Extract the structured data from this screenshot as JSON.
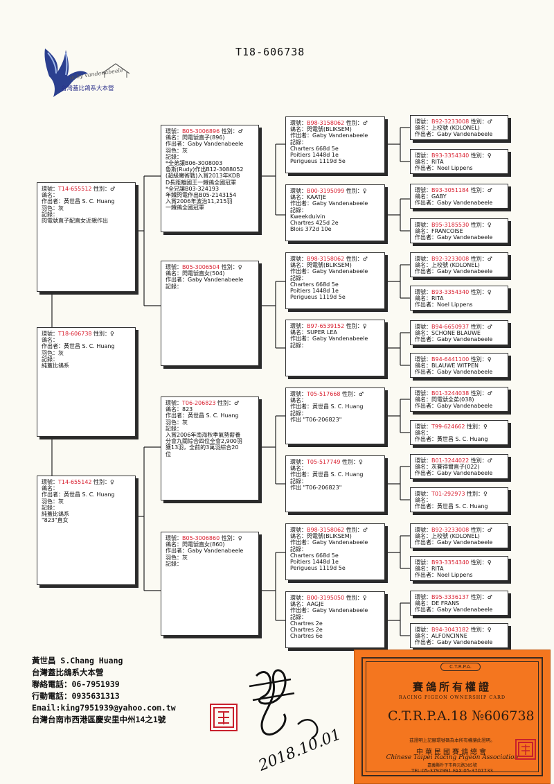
{
  "page_id": "T18-606738",
  "logo": {
    "script_text": "gaby vandenabeele",
    "caption": "台灣蓋比鴿系大本營"
  },
  "cards": {
    "g1": {
      "ring": "T14-655512",
      "sex_label": "性別：",
      "sex": "♂",
      "lines": [
        "鴿名：",
        "作出者：黃世昌 S. C. Huang",
        "羽色：灰",
        "記錄：",
        "閃電號直子配直女近親作出"
      ]
    },
    "g0": {
      "ring": "T18-606738",
      "sex_label": "性別：",
      "sex": "♀",
      "lines": [
        "鴿名：",
        "作出者：黃世昌 S. C. Huang",
        "羽色：灰",
        "記錄：",
        "純蓋比鴿系"
      ]
    },
    "g2": {
      "ring": "T14-655142",
      "sex_label": "性別：",
      "sex": "♀",
      "lines": [
        "鴿名：",
        "作出者：黃世昌 S. C. Huang",
        "羽色：灰",
        "記錄：",
        "純蓋比鴿系",
        "\"823\"直女"
      ]
    },
    "p1": {
      "ring": "B05-3006896",
      "sex_label": "性別：",
      "sex": "♂",
      "lines": [
        "鴿名：閃電號直子(896)",
        "作出者：Gaby Vandenabeele",
        "羽色：灰",
        "記錄：",
        "*全弟讓B06-3008003",
        "魯斯(Rudy)作出B12-3088052",
        "(超級魔術戰)入賞2013年KDB",
        "D長距離國王一鐵鴿全國冠軍",
        "*全兄讓B03-324193",
        "年鐵閃電作出B05-2143154",
        "入賞2006年波治11,215羽",
        "一鐵鴿全國冠軍"
      ]
    },
    "p2": {
      "ring": "B05-3006504",
      "sex_label": "性別：",
      "sex": "♀",
      "lines": [
        "鴿名：閃電號直女(504)",
        "作出者：Gaby Vandenabeele",
        "記錄："
      ]
    },
    "p3": {
      "ring": "T06-206823",
      "sex_label": "性別：",
      "sex": "♂",
      "lines": [
        "鴿名：823",
        "作出者：黃世昌 S. C. Huang",
        "羽色：灰",
        "記錄：",
        "入賞2006年南海秋季氣勢薪養",
        "分會九關綜合四位全會2,900羽",
        "獲13羽，全前的3萬羽綜合20",
        "位"
      ]
    },
    "p4": {
      "ring": "B05-3006860",
      "sex_label": "性別：",
      "sex": "♀",
      "lines": [
        "鴿名：閃電號直女(860)",
        "作出者：Gaby Vandenabeele",
        "羽色：灰",
        "記錄："
      ]
    },
    "gp1": {
      "ring": "B98-3158062",
      "sex_label": "性別：",
      "sex": "♂",
      "lines": [
        "鴿名：閃電號(BLIKSEM)",
        "作出者：Gaby Vandenabeele",
        "記錄：",
        "Charters 668d 5e",
        "Poitiers 1448d 1e",
        "Perigueus 1119d 5e"
      ]
    },
    "gp2": {
      "ring": "B00-3195099",
      "sex_label": "性別：",
      "sex": "♀",
      "lines": [
        "鴿名：KAATJE",
        "作出者：Gaby Vandenabeele",
        "記錄：",
        "Kweekduivin",
        "Chartres 425d 2e",
        "Blois 372d 10e"
      ]
    },
    "gp3": {
      "ring": "B98-3158062",
      "sex_label": "性別：",
      "sex": "♂",
      "lines": [
        "鴿名：閃電號(BLIKSEM)",
        "作出者：Gaby Vandenabeele",
        "記錄：",
        "Charters 668d 5e",
        "Poitiers 1448d 1e",
        "Perigueus 1119d 5e"
      ]
    },
    "gp4": {
      "ring": "B97-6539152",
      "sex_label": "性別：",
      "sex": "♀",
      "lines": [
        "鴿名：SUPER LEA",
        "作出者：Gaby Vandenabeele",
        "記錄："
      ]
    },
    "gp5": {
      "ring": "T05-517668",
      "sex_label": "性別：",
      "sex": "♂",
      "lines": [
        "鴿名：",
        "作出者：黃世昌 S. C. Huang",
        "記錄：",
        "作出 \"T06-206823\""
      ]
    },
    "gp6": {
      "ring": "T05-517749",
      "sex_label": "性別：",
      "sex": "♀",
      "lines": [
        "鴿名：",
        "作出者：黃世昌 S. C. Huang",
        "記錄：",
        "作出 \"T06-206823\""
      ]
    },
    "gp7": {
      "ring": "B98-3158062",
      "sex_label": "性別：",
      "sex": "♂",
      "lines": [
        "鴿名：閃電號(BLIKSEM)",
        "作出者：Gaby Vandenabeele",
        "記錄：",
        "Charters 668d 5e",
        "Poitiers 1448d 1e",
        "Perigueus 1119d 5e"
      ]
    },
    "gp8": {
      "ring": "B00-3195050",
      "sex_label": "性別：",
      "sex": "♀",
      "lines": [
        "鴿名：AAGJE",
        "作出者：Gaby Vandenabeele",
        "記錄：",
        "Chartres 2e",
        "Chartres 2e",
        "Chartres 6e"
      ]
    },
    "ggp1": {
      "ring": "B92-3233008",
      "sex_label": "性別：",
      "sex": "♂",
      "lines": [
        "鴿名：上校號 (KOLONEL)",
        "作出者：Gaby Vandenabeele"
      ]
    },
    "ggp2": {
      "ring": "B93-3354340",
      "sex_label": "性別：",
      "sex": "♀",
      "lines": [
        "鴿名：RITA",
        "作出者：Noel Lippens"
      ]
    },
    "ggp3": {
      "ring": "B93-3051184",
      "sex_label": "性別：",
      "sex": "♂",
      "lines": [
        "鴿名：GABY",
        "作出者：Gaby Vandenabeele"
      ]
    },
    "ggp4": {
      "ring": "B95-3185530",
      "sex_label": "性別：",
      "sex": "♀",
      "lines": [
        "鴿名：FRANCOISE",
        "作出者：Gaby Vandenabeele"
      ]
    },
    "ggp5": {
      "ring": "B92-3233008",
      "sex_label": "性別：",
      "sex": "♂",
      "lines": [
        "鴿名：上校號 (KOLONEL)",
        "作出者：Gaby Vandenabeele"
      ]
    },
    "ggp6": {
      "ring": "B93-3354340",
      "sex_label": "性別：",
      "sex": "♀",
      "lines": [
        "鴿名：RITA",
        "作出者：Noel Lippens"
      ]
    },
    "ggp7": {
      "ring": "B94-6650937",
      "sex_label": "性別：",
      "sex": "♂",
      "lines": [
        "鴿名：SCHONE BLAUWE",
        "作出者：Gaby Vandenabeele"
      ]
    },
    "ggp8": {
      "ring": "B94-6441100",
      "sex_label": "性別：",
      "sex": "♀",
      "lines": [
        "鴿名：BLAUWE WITPEN",
        "作出者：Gaby Vandenabeele"
      ]
    },
    "ggp9": {
      "ring": "B01-3244038",
      "sex_label": "性別：",
      "sex": "♂",
      "lines": [
        "鴿名：閃電號全弟(038)",
        "作出者：Gaby Vandenabeele"
      ]
    },
    "ggp10": {
      "ring": "T99-624662",
      "sex_label": "性別：",
      "sex": "♀",
      "lines": [
        "鴿名：",
        "作出者：黃世昌 S. C. Huang"
      ]
    },
    "ggp11": {
      "ring": "B01-3244022",
      "sex_label": "性別：",
      "sex": "♂",
      "lines": [
        "鴿名：灰賽得爾直子(022)",
        "作出者：Gaby Vandenabeele"
      ]
    },
    "ggp12": {
      "ring": "T01-292973",
      "sex_label": "性別：",
      "sex": "♀",
      "lines": [
        "鴿名：",
        "作出者：黃世昌 S. C. Huang"
      ]
    },
    "ggp13": {
      "ring": "B92-3233008",
      "sex_label": "性別：",
      "sex": "♂",
      "lines": [
        "鴿名：上校號 (KOLONEL)",
        "作出者：Gaby Vandenabeele"
      ]
    },
    "ggp14": {
      "ring": "B93-3354340",
      "sex_label": "性別：",
      "sex": "♀",
      "lines": [
        "鴿名：RITA",
        "作出者：Noel Lippens"
      ]
    },
    "ggp15": {
      "ring": "B95-3336137",
      "sex_label": "性別：",
      "sex": "♂",
      "lines": [
        "鴿名：DE FRANS",
        "作出者：Gaby Vandenabeele"
      ]
    },
    "ggp16": {
      "ring": "B94-3043182",
      "sex_label": "性別：",
      "sex": "♀",
      "lines": [
        "鴿名：ALFONCINNE",
        "作出者：Gaby Vandenabeele"
      ]
    }
  },
  "ring_label": "環號：",
  "contact": {
    "name": "黃世昌 S.Chang Huang",
    "org": "台灣蓋比鴿系大本營",
    "phone": "聯絡電話：06-7951939",
    "mobile": "行動電話：0935631313",
    "email": "Email:king7951939@yahoo.com.tw",
    "address": "台灣台南市西港區慶安里中州14之1號"
  },
  "certificate": {
    "badge": "C.T.R.P.A.",
    "title": "賽鴿所有權證",
    "subtitle": "RACING PIGEON OWNERSHIP CARD",
    "code": "C.T.R.P.A.18 №606738",
    "statement": "茲證明上記腳環號碼為本所有權讓此證明。",
    "assoc_cn": "中華民國賽鴿總會",
    "assoc_en": "Chinese Taipei Racing Pigeon Association",
    "address": "嘉義縣朴子市興元路385號",
    "phone": "TEL:05-3792991   FAX:05-3707733"
  },
  "handwritten_date": "2018.10.01",
  "colors": {
    "ring": "#d81d2d",
    "certificate": "#f4761f",
    "logo_blue": "#2a2f8a"
  }
}
